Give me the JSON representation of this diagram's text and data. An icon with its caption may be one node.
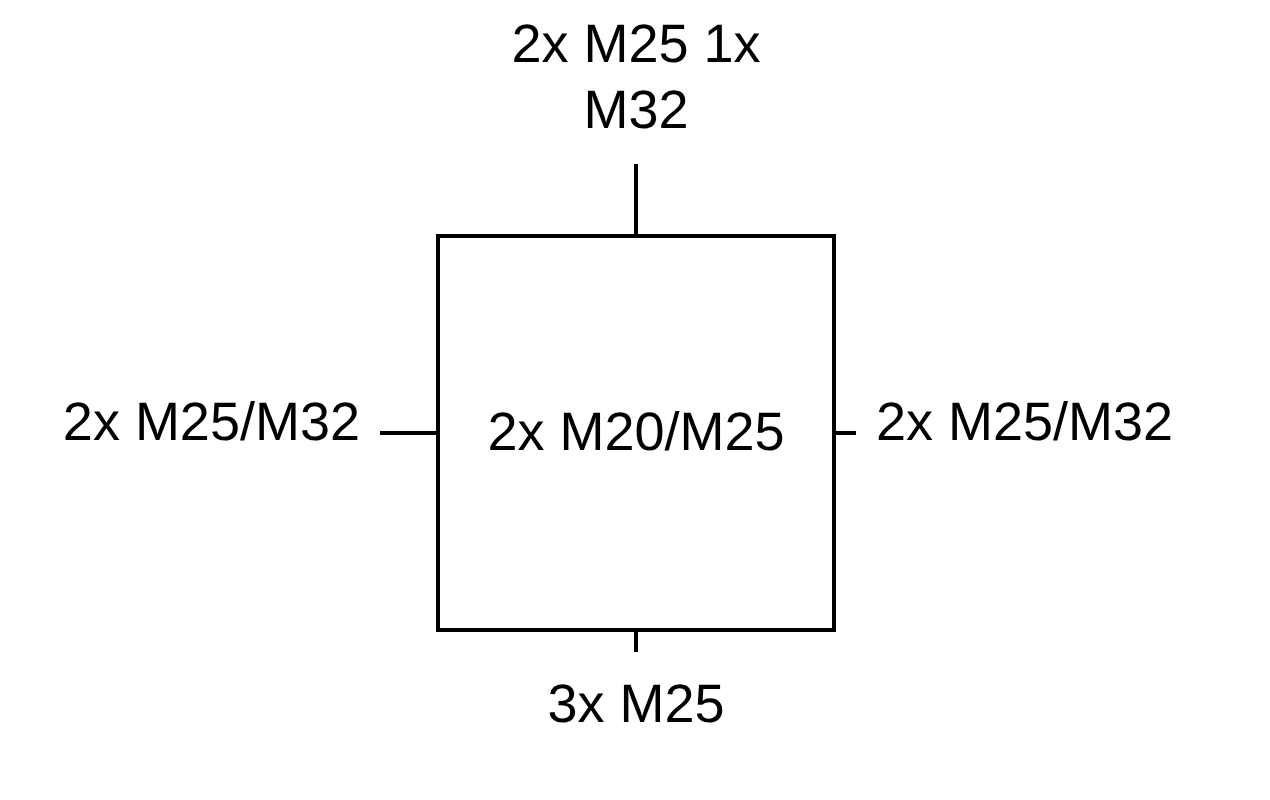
{
  "diagram": {
    "nodes": [
      {
        "text": [
          "2x M20/M25"
        ]
      },
      {
        "text": [
          "2x M25 1x M32"
        ]
      },
      {
        "text": [
          "2x M25/M32"
        ]
      },
      {
        "text": [
          "2x M25/M32"
        ]
      },
      {
        "text": [
          "3x M25"
        ]
      }
    ],
    "edges": [
      {
        "from": 1,
        "to": 0,
        "arrow": "none"
      },
      {
        "from": 2,
        "to": 0,
        "arrow": "none"
      },
      {
        "from": 3,
        "to": 0,
        "arrow": "none"
      },
      {
        "from": 4,
        "to": 0,
        "arrow": "none"
      }
    ]
  }
}
